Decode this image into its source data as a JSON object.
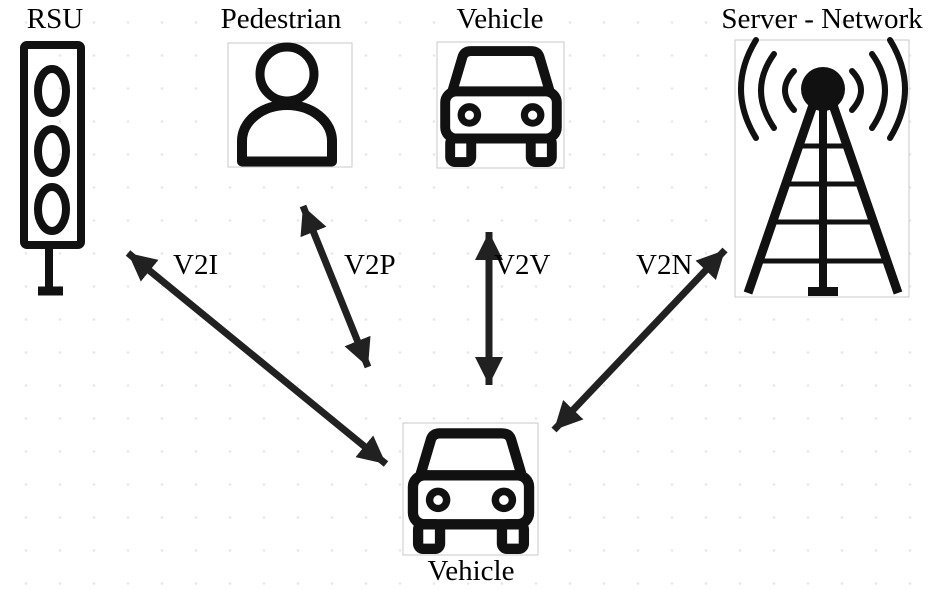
{
  "nodes": [
    {
      "id": "rsu",
      "label": "RSU",
      "icon": "traffic-light-icon"
    },
    {
      "id": "pedestrian",
      "label": "Pedestrian",
      "icon": "person-icon"
    },
    {
      "id": "vehicle_top",
      "label": "Vehicle",
      "icon": "car-icon"
    },
    {
      "id": "server_network",
      "label": "Server - Network",
      "icon": "radio-tower-icon"
    },
    {
      "id": "vehicle_bottom",
      "label": "Vehicle",
      "icon": "car-icon"
    }
  ],
  "connections": [
    {
      "id": "v2i",
      "label": "V2I",
      "from": "vehicle_bottom",
      "to": "rsu",
      "style": "double-arrow"
    },
    {
      "id": "v2p",
      "label": "V2P",
      "from": "vehicle_bottom",
      "to": "pedestrian",
      "style": "double-arrow"
    },
    {
      "id": "v2v",
      "label": "V2V",
      "from": "vehicle_bottom",
      "to": "vehicle_top",
      "style": "double-arrow"
    },
    {
      "id": "v2n",
      "label": "V2N",
      "from": "vehicle_bottom",
      "to": "server_network",
      "style": "double-arrow"
    }
  ],
  "colors": {
    "icon": "#111111",
    "arrow": "#212121",
    "box_border": "#c9c9c9",
    "label_text": "#000000",
    "background": "#ffffff",
    "grid_dot": "#e7e7e7"
  }
}
